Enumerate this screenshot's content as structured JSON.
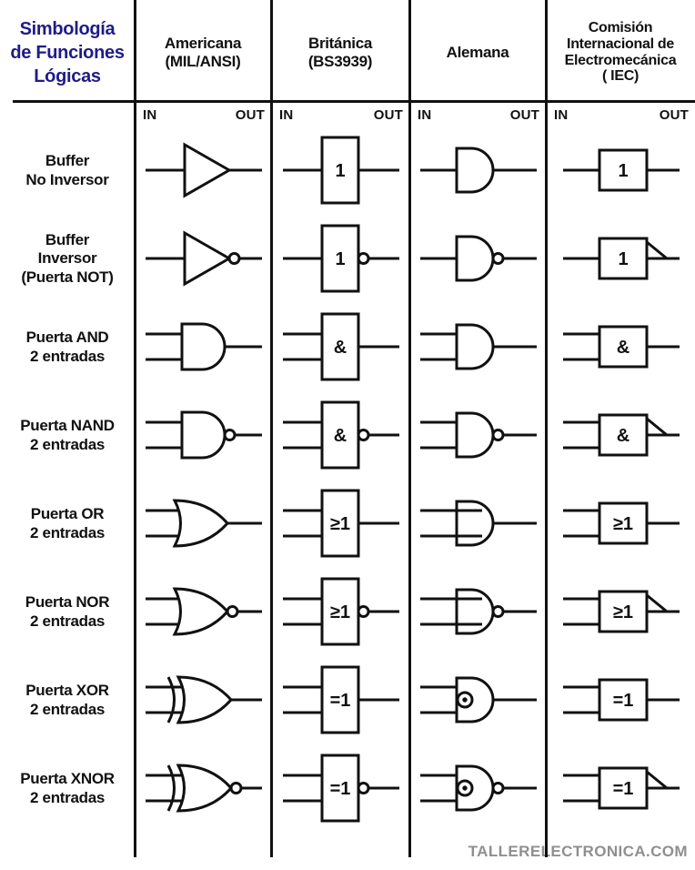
{
  "page": {
    "title_lines": [
      "Simbología",
      "de Funciones",
      "Lógicas"
    ]
  },
  "header": {
    "columns": [
      {
        "id": "americana",
        "lines": [
          "Americana",
          "(MIL/ANSI)"
        ]
      },
      {
        "id": "britanica",
        "lines": [
          "Británica",
          "(BS3939)"
        ]
      },
      {
        "id": "alemana",
        "lines": [
          "Alemana"
        ]
      },
      {
        "id": "iec",
        "lines": [
          "Comisión",
          "Internacional de",
          "Electromecánica",
          "( IEC)"
        ]
      }
    ],
    "io": {
      "in": "IN",
      "out": "OUT"
    }
  },
  "rows": [
    {
      "label_lines": [
        "Buffer",
        "No Inversor"
      ],
      "americana": {
        "kind": "triangle",
        "inputs": 1,
        "bubble": false
      },
      "britanica": {
        "kind": "box-tall",
        "label": "1",
        "inputs": 1,
        "bubble": false
      },
      "alemana": {
        "kind": "dee",
        "inputs": 1,
        "bubble": false,
        "penetrate": false,
        "inner": "none"
      },
      "iec": {
        "kind": "box-wide",
        "label": "1",
        "inputs": 1,
        "flag": false
      }
    },
    {
      "label_lines": [
        "Buffer",
        "Inversor",
        "(Puerta NOT)"
      ],
      "americana": {
        "kind": "triangle",
        "inputs": 1,
        "bubble": true
      },
      "britanica": {
        "kind": "box-tall",
        "label": "1",
        "inputs": 1,
        "bubble": true
      },
      "alemana": {
        "kind": "dee",
        "inputs": 1,
        "bubble": true,
        "penetrate": false,
        "inner": "none"
      },
      "iec": {
        "kind": "box-wide",
        "label": "1",
        "inputs": 1,
        "flag": true
      }
    },
    {
      "label_lines": [
        "Puerta AND",
        "2 entradas"
      ],
      "americana": {
        "kind": "and",
        "inputs": 2,
        "bubble": false
      },
      "britanica": {
        "kind": "box-tall",
        "label": "&",
        "inputs": 2,
        "bubble": false
      },
      "alemana": {
        "kind": "dee",
        "inputs": 2,
        "bubble": false,
        "penetrate": false,
        "inner": "none"
      },
      "iec": {
        "kind": "box-wide",
        "label": "&",
        "inputs": 2,
        "flag": false
      }
    },
    {
      "label_lines": [
        "Puerta NAND",
        "2 entradas"
      ],
      "americana": {
        "kind": "and",
        "inputs": 2,
        "bubble": true
      },
      "britanica": {
        "kind": "box-tall",
        "label": "&",
        "inputs": 2,
        "bubble": true
      },
      "alemana": {
        "kind": "dee",
        "inputs": 2,
        "bubble": true,
        "penetrate": false,
        "inner": "none"
      },
      "iec": {
        "kind": "box-wide",
        "label": "&",
        "inputs": 2,
        "flag": true
      }
    },
    {
      "label_lines": [
        "Puerta OR",
        "2 entradas"
      ],
      "americana": {
        "kind": "or",
        "inputs": 2,
        "bubble": false
      },
      "britanica": {
        "kind": "box-tall",
        "label": "≥1",
        "inputs": 2,
        "bubble": false
      },
      "alemana": {
        "kind": "dee",
        "inputs": 2,
        "bubble": false,
        "penetrate": true,
        "inner": "none"
      },
      "iec": {
        "kind": "box-wide",
        "label": "≥1",
        "inputs": 2,
        "flag": false
      }
    },
    {
      "label_lines": [
        "Puerta NOR",
        "2 entradas"
      ],
      "americana": {
        "kind": "or",
        "inputs": 2,
        "bubble": true
      },
      "britanica": {
        "kind": "box-tall",
        "label": "≥1",
        "inputs": 2,
        "bubble": true
      },
      "alemana": {
        "kind": "dee",
        "inputs": 2,
        "bubble": true,
        "penetrate": true,
        "inner": "none"
      },
      "iec": {
        "kind": "box-wide",
        "label": "≥1",
        "inputs": 2,
        "flag": true
      }
    },
    {
      "label_lines": [
        "Puerta XOR",
        "2 entradas"
      ],
      "americana": {
        "kind": "xor",
        "inputs": 2,
        "bubble": false
      },
      "britanica": {
        "kind": "box-tall",
        "label": "=1",
        "inputs": 2,
        "bubble": false
      },
      "alemana": {
        "kind": "dee",
        "inputs": 2,
        "bubble": false,
        "penetrate": false,
        "inner": "circle-dot"
      },
      "iec": {
        "kind": "box-wide",
        "label": "=1",
        "inputs": 2,
        "flag": false
      }
    },
    {
      "label_lines": [
        "Puerta XNOR",
        "2 entradas"
      ],
      "americana": {
        "kind": "xor",
        "inputs": 2,
        "bubble": true
      },
      "britanica": {
        "kind": "box-tall",
        "label": "=1",
        "inputs": 2,
        "bubble": true
      },
      "alemana": {
        "kind": "dee",
        "inputs": 2,
        "bubble": true,
        "penetrate": false,
        "inner": "circle-dot"
      },
      "iec": {
        "kind": "box-wide",
        "label": "=1",
        "inputs": 2,
        "flag": true
      }
    }
  ],
  "footer": {
    "credit": "TALLERELECTRONICA.COM"
  },
  "colors": {
    "title_blue": "#1e1c87",
    "ink": "#111111",
    "credit_gray": "#8f8f8f"
  }
}
